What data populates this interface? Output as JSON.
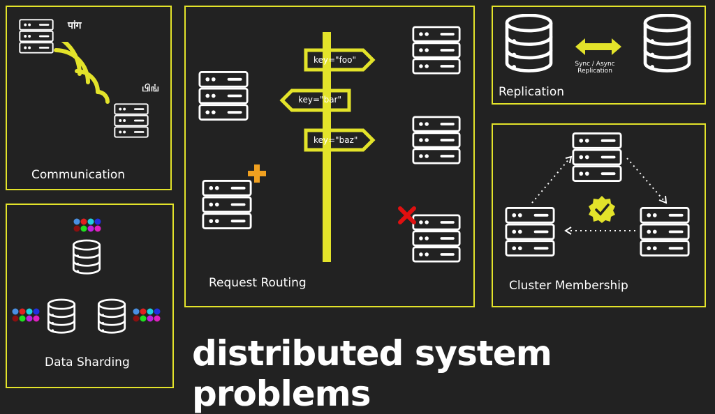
{
  "title": "distributed system problems",
  "panels": {
    "communication": {
      "label": "Communication",
      "pong": "पांग",
      "ping": "பிங்"
    },
    "routing": {
      "label": "Request Routing",
      "signs": [
        "key=\"foo\"",
        "key=\"bar\"",
        "key=\"baz\""
      ]
    },
    "replication": {
      "label": "Replication",
      "sync": "Sync / Async Replication"
    },
    "membership": {
      "label": "Cluster Membership"
    },
    "sharding": {
      "label": "Data Sharding"
    }
  },
  "colors": {
    "accent": "#e3e32a",
    "plus": "#f0a020",
    "cross": "#e01010",
    "background": "#222222"
  }
}
